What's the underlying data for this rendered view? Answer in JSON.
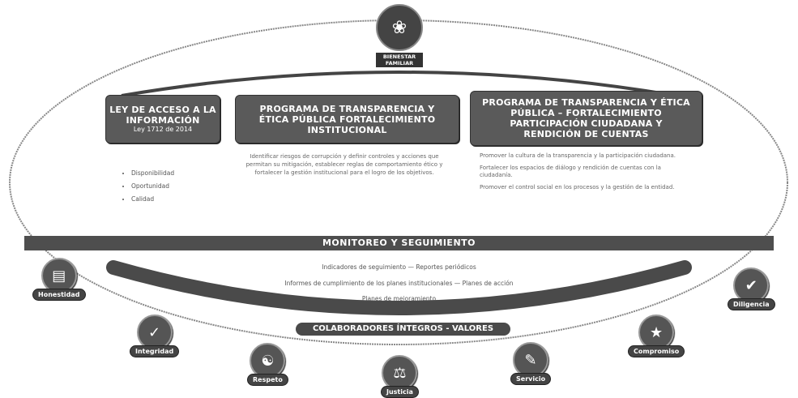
{
  "logo": {
    "text": "BIENESTAR FAMILIAR",
    "icon": "family-hands-icon"
  },
  "pillars": [
    {
      "title": "LEY DE ACCESO A LA INFORMACIÓN",
      "subtitle": "Ley 1712 de 2014",
      "bullets": [
        "Disponibilidad",
        "Oportunidad",
        "Calidad"
      ]
    },
    {
      "title": "PROGRAMA DE TRANSPARENCIA Y ÉTICA PÚBLICA FORTALECIMIENTO INSTITUCIONAL",
      "text": "Identificar riesgos de corrupción y definir controles y acciones que permitan su mitigación, establecer reglas de comportamiento ético y fortalecer la gestión institucional para el logro de los objetivos."
    },
    {
      "title": "PROGRAMA DE TRANSPARENCIA Y ÉTICA PÚBLICA – FORTALECIMIENTO PARTICIPACIÓN CIUDADANA Y RENDICIÓN DE CUENTAS",
      "items": [
        "Promover la cultura de la transparencia y la participación ciudadana.",
        "Fortalecer los espacios de diálogo y rendición de cuentas con la ciudadanía.",
        "Promover el control social en los procesos y la gestión de la entidad."
      ]
    }
  ],
  "monitoring": {
    "title": "MONITOREO Y SEGUIMIENTO",
    "lines": [
      "Indicadores de seguimiento — Reportes periódicos",
      "Informes de cumplimiento de los planes institucionales — Planes de acción",
      "Planes de mejoramiento"
    ]
  },
  "values_band": {
    "title": "COLABORADORES ÍNTEGROS - VALORES"
  },
  "values": [
    {
      "label": "Honestidad",
      "icon": "document-icon"
    },
    {
      "label": "Integridad",
      "icon": "shield-check-icon"
    },
    {
      "label": "Respeto",
      "icon": "handshake-icon"
    },
    {
      "label": "Justicia",
      "icon": "scales-icon"
    },
    {
      "label": "Servicio",
      "icon": "service-icon"
    },
    {
      "label": "Compromiso",
      "icon": "medal-icon"
    },
    {
      "label": "Diligencia",
      "icon": "checkmark-icon"
    }
  ],
  "colors": {
    "dark": "#4e4e4e",
    "mid": "#5a5a5a",
    "text": "#555555"
  }
}
